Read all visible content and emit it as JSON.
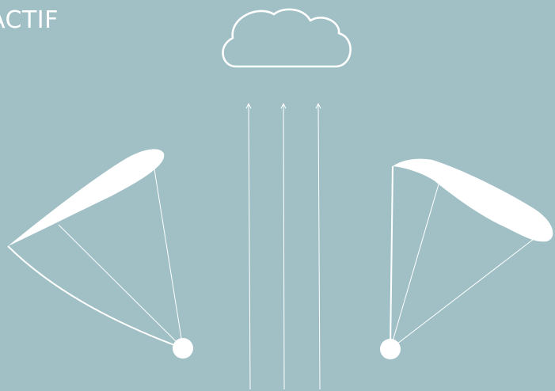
{
  "diagram": {
    "title": "ACTIF",
    "colors": {
      "background": "#a0c0c6",
      "foreground": "#ffffff"
    },
    "elements": {
      "cloud": "cloud-icon",
      "updraft": "updraft-arrows",
      "left_glider": "paraglider-left",
      "right_glider": "paraglider-right"
    }
  }
}
